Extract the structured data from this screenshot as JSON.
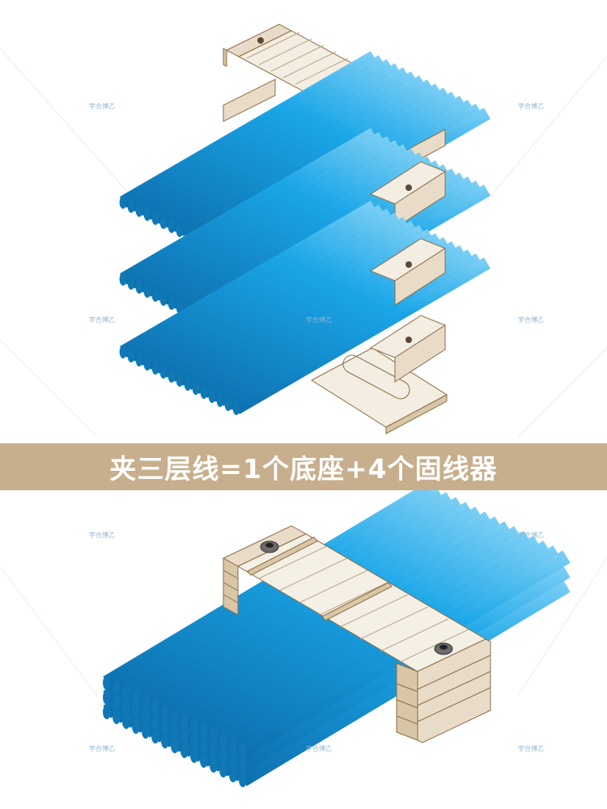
{
  "banner": {
    "text": "夹三层线=1个底座+4个固线器"
  },
  "watermark": {
    "text": "宇合博乙"
  },
  "colors": {
    "pipe": "#1a9ee0",
    "pipe_dark": "#0f78b5",
    "pipe_highlight": "#7fd0f5",
    "bracket": "#e8dcc8",
    "bracket_edge": "#8c6d46",
    "banner": "#c7ae8c"
  },
  "figures": [
    {
      "name": "exploded-view",
      "description_label": ""
    },
    {
      "name": "assembled-view",
      "description_label": ""
    }
  ]
}
